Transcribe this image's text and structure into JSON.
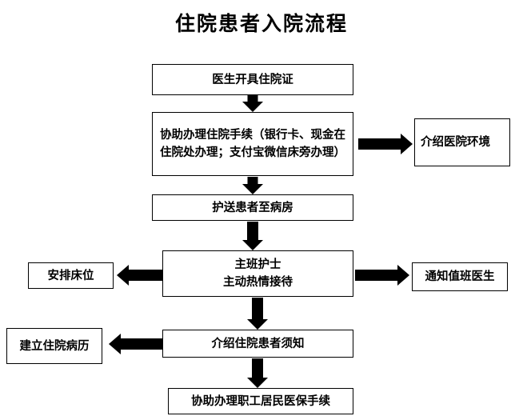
{
  "page": {
    "title": "住院患者入院流程",
    "background_color": "#ffffff",
    "line_color": "#000000"
  },
  "nodes": {
    "n1": {
      "label": "医生开具住院证"
    },
    "n2": {
      "label": "协助办理住院手续（银行卡、现金在住院处办理；支付宝微信床旁办理）"
    },
    "n2r": {
      "label": "介绍医院环境"
    },
    "n3": {
      "label": "护送患者至病房"
    },
    "n4_line1": {
      "label": "主班护士"
    },
    "n4_line2": {
      "label": "主动热情接待"
    },
    "n4l": {
      "label": "安排床位"
    },
    "n4r": {
      "label": "通知值班医生"
    },
    "n5": {
      "label": "介绍住院患者须知"
    },
    "n5l": {
      "label": "建立住院病历"
    },
    "n6": {
      "label": "协助办理职工居民医保手续"
    }
  },
  "flow": {
    "nodes": [
      "医生开具住院证",
      "协助办理住院手续（银行卡、现金在住院处办理；支付宝微信床旁办理）",
      "介绍医院环境",
      "护送患者至病房",
      "主班护士 主动热情接待",
      "安排床位",
      "通知值班医生",
      "介绍住院患者须知",
      "建立住院病历",
      "协助办理职工居民医保手续"
    ],
    "edges": [
      {
        "from": "医生开具住院证",
        "to": "协助办理住院手续（银行卡、现金在住院处办理；支付宝微信床旁办理）",
        "direction": "down"
      },
      {
        "from": "协助办理住院手续（银行卡、现金在住院处办理；支付宝微信床旁办理）",
        "to": "介绍医院环境",
        "direction": "right"
      },
      {
        "from": "协助办理住院手续（银行卡、现金在住院处办理；支付宝微信床旁办理）",
        "to": "护送患者至病房",
        "direction": "down"
      },
      {
        "from": "护送患者至病房",
        "to": "主班护士 主动热情接待",
        "direction": "down"
      },
      {
        "from": "主班护士 主动热情接待",
        "to": "安排床位",
        "direction": "left"
      },
      {
        "from": "主班护士 主动热情接待",
        "to": "通知值班医生",
        "direction": "right"
      },
      {
        "from": "主班护士 主动热情接待",
        "to": "介绍住院患者须知",
        "direction": "down"
      },
      {
        "from": "介绍住院患者须知",
        "to": "建立住院病历",
        "direction": "left"
      },
      {
        "from": "介绍住院患者须知",
        "to": "协助办理职工居民医保手续",
        "direction": "down"
      }
    ]
  }
}
